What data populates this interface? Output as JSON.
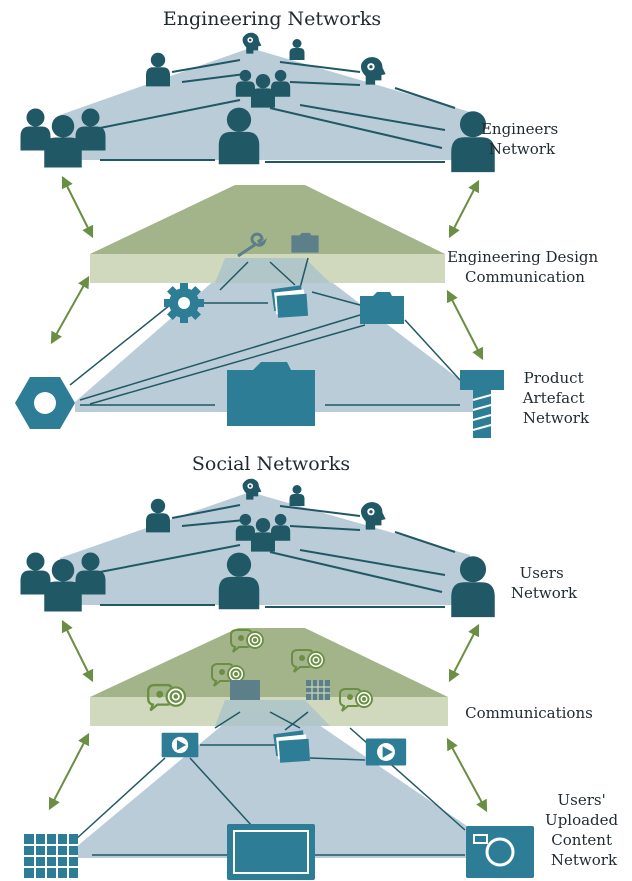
{
  "engineering": {
    "title": "Engineering Networks",
    "engineers_network": [
      "Engineers",
      "Network"
    ],
    "design_communication": [
      "Engineering Design",
      "Communication"
    ],
    "product_network": [
      "Product",
      "Artefact",
      "Network"
    ]
  },
  "social": {
    "title": "Social Networks",
    "users_network": [
      "Users",
      "Network"
    ],
    "communications": [
      "Communications"
    ],
    "content_network": [
      "Users'",
      "Uploaded",
      "Content",
      "Network"
    ]
  },
  "colors": {
    "person": "#215866",
    "artefact": "#2e7d96",
    "upper_plane": "#b9ccd8",
    "lower_plane": "#bfcfdb",
    "comm_slab_top": "#a4b48a",
    "comm_slab_front": "#ccd6b7",
    "arrow": "#6a8e43",
    "line": "#215866"
  }
}
